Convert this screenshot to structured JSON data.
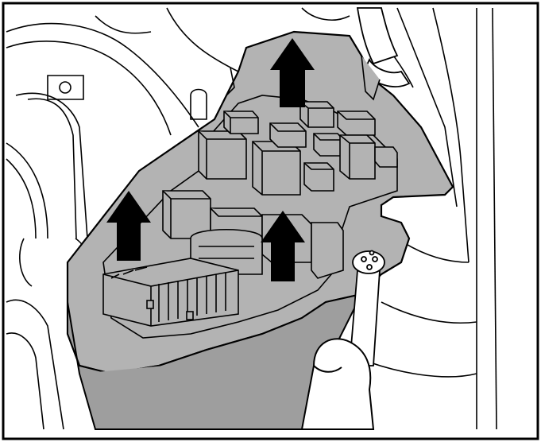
{
  "figure": {
    "colors": {
      "background": "#ffffff",
      "line": "#000000",
      "cover_fill": "#b3b3b3",
      "cover_shadow": "#9e9e9e",
      "arrow": "#000000"
    },
    "arrows": [
      {
        "id": "top",
        "direction": "up"
      },
      {
        "id": "left",
        "direction": "up"
      },
      {
        "id": "center",
        "direction": "up"
      }
    ],
    "icons": [
      "up-arrow-icon",
      "hand-icon",
      "relay-block-icon"
    ]
  }
}
